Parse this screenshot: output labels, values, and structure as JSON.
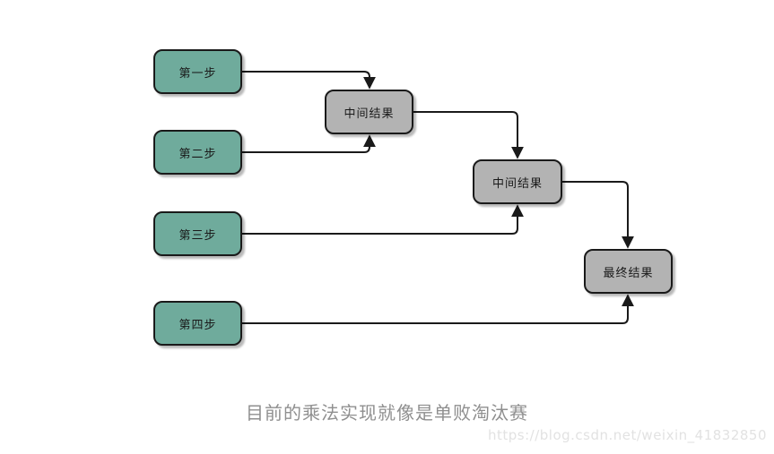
{
  "diagram": {
    "nodes": [
      {
        "id": "step1",
        "label": "第一步",
        "type": "step"
      },
      {
        "id": "mid1",
        "label": "中间结果",
        "type": "result"
      },
      {
        "id": "step2",
        "label": "第二步",
        "type": "step"
      },
      {
        "id": "mid2",
        "label": "中间结果",
        "type": "result"
      },
      {
        "id": "step3",
        "label": "第三步",
        "type": "step"
      },
      {
        "id": "final",
        "label": "最终结果",
        "type": "result"
      },
      {
        "id": "step4",
        "label": "第四步",
        "type": "step"
      }
    ],
    "edges": [
      {
        "from": "step1",
        "to": "mid1"
      },
      {
        "from": "step2",
        "to": "mid1"
      },
      {
        "from": "mid1",
        "to": "mid2"
      },
      {
        "from": "step3",
        "to": "mid2"
      },
      {
        "from": "mid2",
        "to": "final"
      },
      {
        "from": "step4",
        "to": "final"
      }
    ],
    "colors": {
      "step_fill": "#6FAB9C",
      "result_fill": "#B3B3B3",
      "border": "#1a1a1a",
      "connector": "#1a1a1a",
      "caption_text": "#8f8f8f",
      "watermark_text": "#e2e2e2"
    }
  },
  "caption": "目前的乘法实现就像是单败淘汰赛",
  "watermark": "https://blog.csdn.net/weixin_41832850"
}
